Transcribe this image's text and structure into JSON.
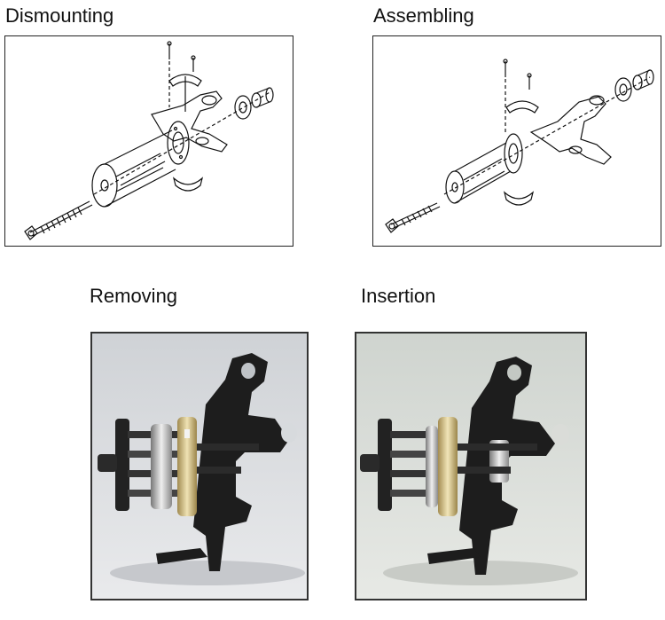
{
  "panels": {
    "dismounting": {
      "label": "Dismounting"
    },
    "assembling": {
      "label": "Assembling"
    },
    "removing": {
      "label": "Removing"
    },
    "insertion": {
      "label": "Insertion"
    }
  }
}
